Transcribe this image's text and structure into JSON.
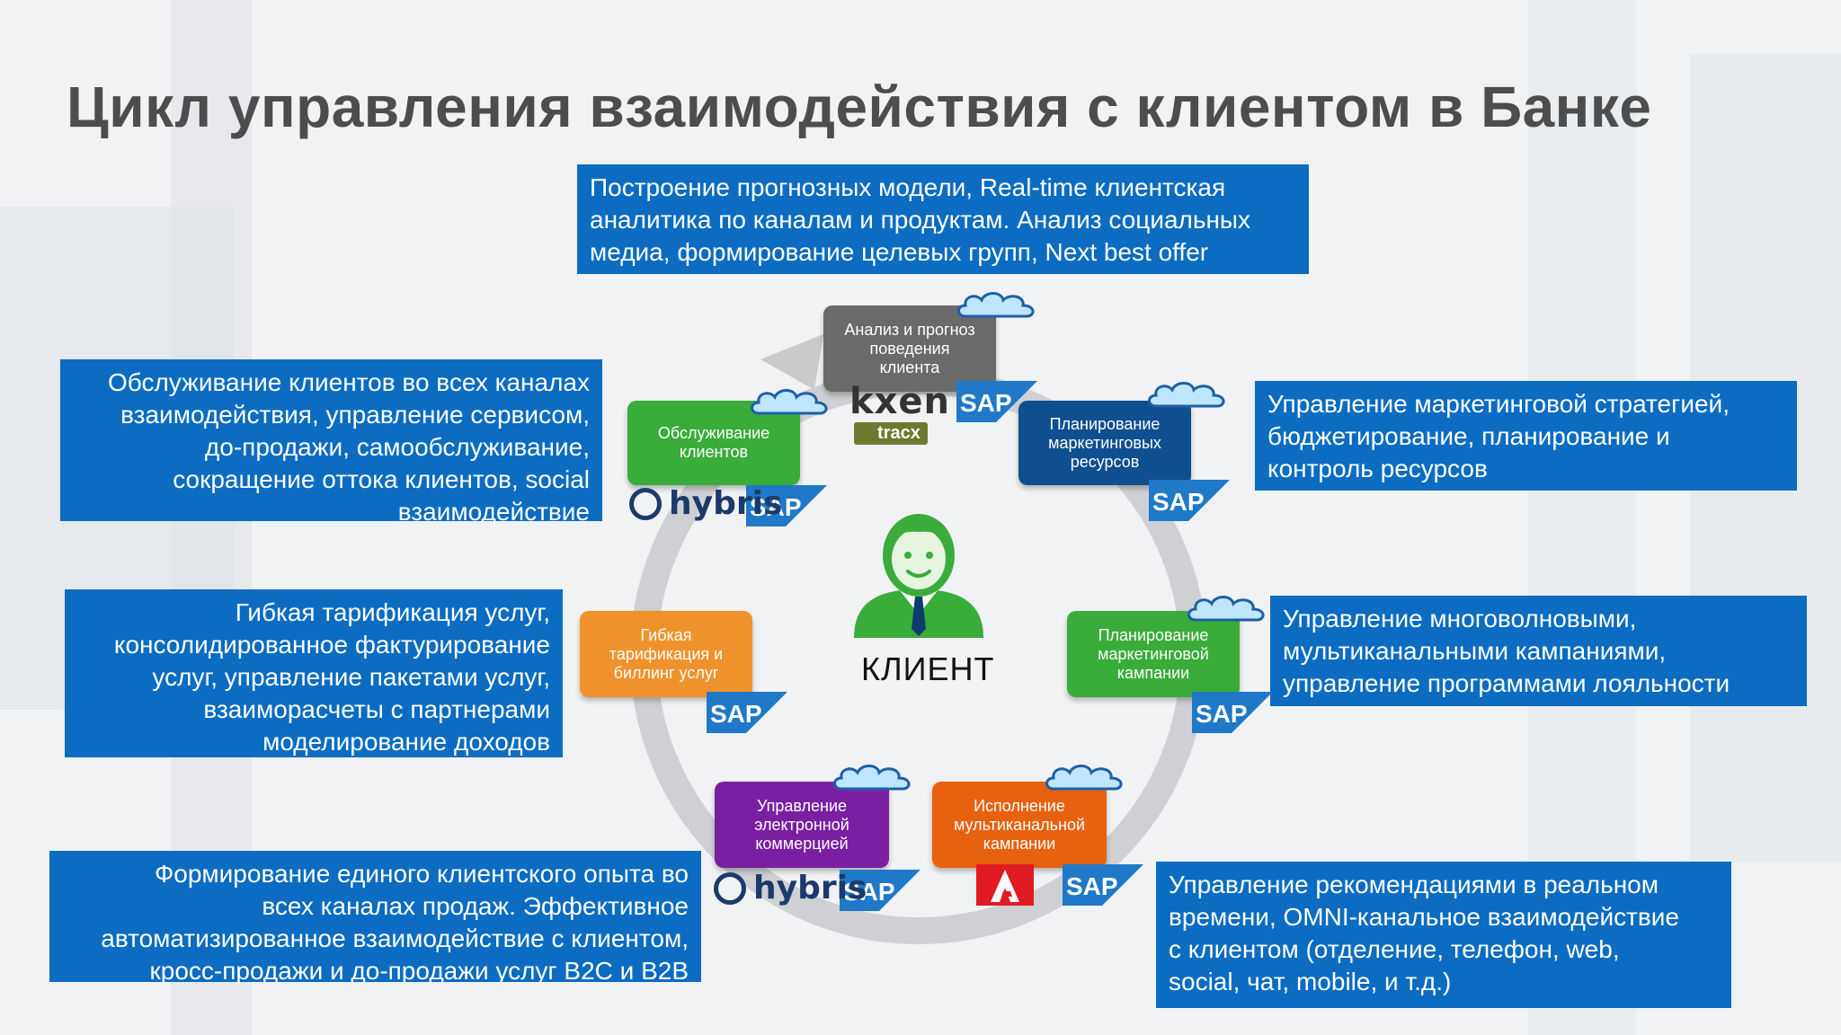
{
  "title": "Цикл управления взаимодействия с клиентом в Банке",
  "center_label": "КЛИЕНТ",
  "callouts": {
    "top": [
      "Построение прогнозных модели, Real-time клиентская",
      "аналитика по каналам и продуктам. Анализ социальных",
      "медиа, формирование целевых групп, Next best offer"
    ],
    "left1": [
      "Обслуживание клиентов во всех каналах",
      "взаимодействия, управление сервисом,",
      "до-продажи, самообслуживание,",
      "сокращение оттока клиентов, social",
      "взаимодействие"
    ],
    "left2": [
      "Гибкая тарификация услуг,",
      "консолидированное фактурирование",
      "услуг, управление пакетами услуг,",
      "взаиморасчеты с партнерами",
      "моделирование доходов"
    ],
    "left3": [
      "Формирование единого клиентского опыта во",
      "всех каналах продаж. Эффективное",
      "автоматизированное взаимодействие с клиентом,",
      "кросс-продажи и до-продажи услуг B2C и B2B"
    ],
    "right1": [
      "Управление маркетинговой стратегией,",
      "бюджетирование, планирование и",
      "контроль ресурсов"
    ],
    "right2": [
      "Управление многоволновыми,",
      "мультиканальными кампаниями,",
      "управление программами лояльности"
    ],
    "right3": [
      "Управление рекомендациями в реальном",
      "времени, OMNI-канальное взаимодействие",
      "с клиентом (отделение, телефон, web,",
      "social, чат, mobile, и т.д.)"
    ]
  },
  "nodes": {
    "analysis": [
      "Анализ и прогноз",
      "поведения",
      "клиента"
    ],
    "marketing_resources": [
      "Планирование",
      "маркетинговых",
      "ресурсов"
    ],
    "campaigns": [
      "Планирование",
      "маркетинговой",
      "кампании"
    ],
    "execution": [
      "Исполнение",
      "мультиканальной",
      "кампании"
    ],
    "ecommerce": [
      "Управление",
      "электронной",
      "коммерцией"
    ],
    "billing": [
      "Гибкая",
      "тарификация и",
      "биллинг услуг"
    ],
    "service": [
      "Обслуживание",
      "клиентов"
    ]
  },
  "logos": {
    "sap": "SAP",
    "hybris": "hybris",
    "kxen": "kxen",
    "tracx": "tracx"
  },
  "colors": {
    "callout": "#0b6cc2",
    "analysis": "#6a6a6a",
    "marketing_resources": "#0f4f8f",
    "campaigns": "#3aac3a",
    "execution": "#e8610e",
    "ecommerce": "#7b1fa2",
    "billing": "#f0922c",
    "service": "#3aac3a",
    "client_icon": "#3aac3a"
  },
  "icons": [
    "cloud-icon",
    "client-person-icon",
    "adobe-logo-icon",
    "sap-logo-icon",
    "hybris-logo-icon",
    "kxen-logo-icon",
    "tracx-logo-icon"
  ]
}
